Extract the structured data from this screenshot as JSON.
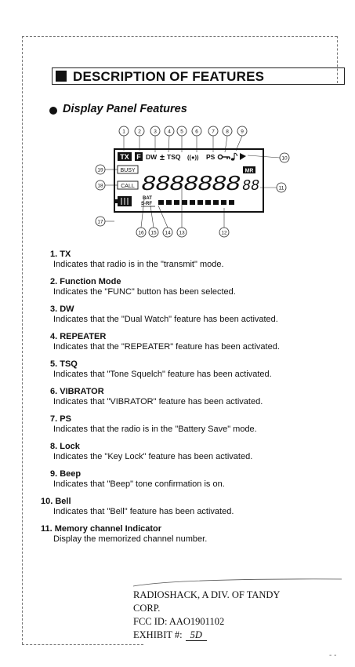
{
  "section_title": "DESCRIPTION OF FEATURES",
  "subsection_title": "Display Panel Features",
  "lcd": {
    "callouts": [
      "1",
      "2",
      "3",
      "4",
      "5",
      "6",
      "7",
      "8",
      "9",
      "10",
      "11",
      "12",
      "13",
      "14",
      "15",
      "16",
      "17",
      "18",
      "19"
    ],
    "indicators": {
      "tx": "TX",
      "func": "F",
      "dw": "DW",
      "repeater": "±",
      "tsq": "TSQ",
      "vibrator": "((●))",
      "ps": "PS",
      "busy": "BUSY",
      "call": "CALL",
      "mr": "MR",
      "bat": "BAT",
      "srf": "S-RF",
      "main_digits": "8888888",
      "mem_digits": "88"
    }
  },
  "features": [
    {
      "title": "1. TX",
      "desc": "Indicates that radio is in the \"transmit\" mode."
    },
    {
      "title": "2. Function Mode",
      "desc": "Indicates the \"FUNC\" button has been selected."
    },
    {
      "title": "3. DW",
      "desc": "Indicates that the \"Dual Watch\" feature has been activated."
    },
    {
      "title": "4. REPEATER",
      "desc": "Indicates that the \"REPEATER\" feature has been activated."
    },
    {
      "title": "5. TSQ",
      "desc": "Indicates that \"Tone Squelch\" feature has been activated."
    },
    {
      "title": "6. VIBRATOR",
      "desc": "Indicates that \"VIBRATOR\" feature has been activated."
    },
    {
      "title": "7. PS",
      "desc": "Indicates that the radio is in the \"Battery Save\" mode."
    },
    {
      "title": "8. Lock",
      "desc": "Indicates the \"Key Lock\" feature has been activated."
    },
    {
      "title": "9. Beep",
      "desc": "Indicates that \"Beep\" tone confirmation is on."
    },
    {
      "title": "10. Bell",
      "desc": "Indicates that \"Bell\" feature has been activated."
    },
    {
      "title": "11. Memory channel Indicator",
      "desc": "Display the memorized channel number."
    }
  ],
  "stamp": {
    "line1": "RADIOSHACK, A DIV. OF TANDY",
    "line2": "CORP.",
    "line3": "FCC ID:  AAO1901102",
    "exhibit_label": "EXHIBIT #:",
    "exhibit_value": "5D"
  }
}
